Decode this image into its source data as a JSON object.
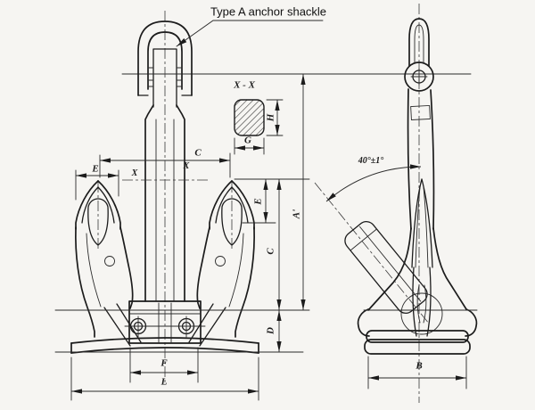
{
  "annotation": {
    "text": "Type A anchor shackle"
  },
  "section_detail": {
    "label": "X - X",
    "dim_height": "H",
    "dim_width": "G"
  },
  "front_view": {
    "dim_arm_spread": "C",
    "dim_fluke_width": "E",
    "section_cut_left": "X",
    "section_cut_right": "X",
    "dim_fluke_length": "E",
    "dim_shank_height": "A'",
    "dim_tip_to_crown": "C",
    "dim_crown_depth": "D",
    "dim_crown_width": "F",
    "dim_overall_width": "L"
  },
  "side_view": {
    "dim_base_width": "B",
    "fluke_angle": "40°±1°"
  },
  "colors": {
    "ink": "#1c1c1c",
    "paper": "#f6f5f2"
  }
}
